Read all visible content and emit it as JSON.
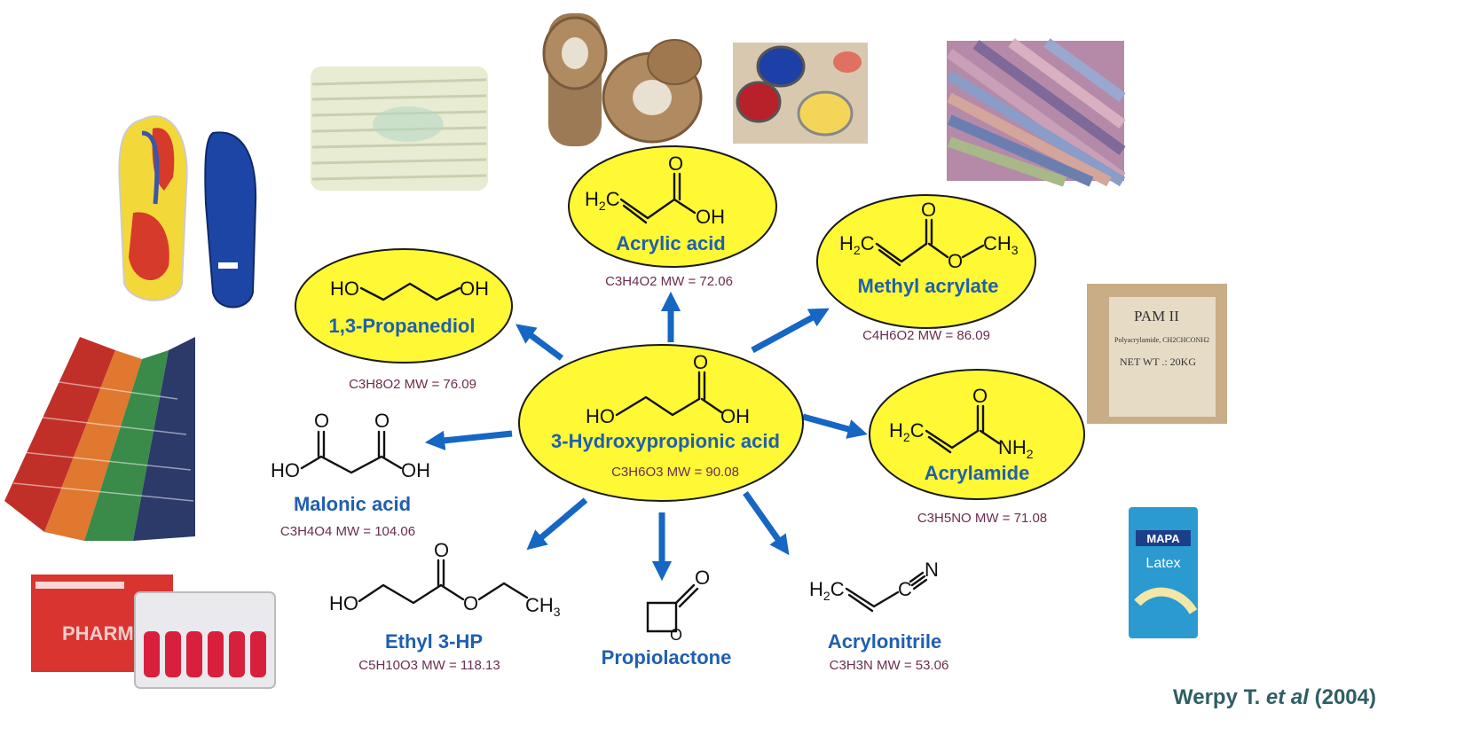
{
  "center": {
    "name": "3-Hydroxypropionic acid",
    "mw": "C3H6O3 MW = 90.08"
  },
  "products": [
    {
      "id": "acrylic-acid",
      "name": "Acrylic acid",
      "mw": "C3H4O2 MW = 72.06"
    },
    {
      "id": "methyl-acrylate",
      "name": "Methyl acrylate",
      "mw": "C4H6O2 MW = 86.09"
    },
    {
      "id": "propanediol",
      "name": "1,3-Propanediol",
      "mw": "C3H8O2 MW = 76.09"
    },
    {
      "id": "acrylamide",
      "name": "Acrylamide",
      "mw": "C3H5NO MW = 71.08"
    },
    {
      "id": "malonic-acid",
      "name": "Malonic acid",
      "mw": "C3H4O4 MW = 104.06"
    },
    {
      "id": "ethyl-3hp",
      "name": "Ethyl 3-HP",
      "mw": "C5H10O3 MW = 118.13"
    },
    {
      "id": "propiolactone",
      "name": "Propiolactone",
      "mw": ""
    },
    {
      "id": "acrylonitrile",
      "name": "Acrylonitrile",
      "mw": "C3H3N  MW = 53.06"
    }
  ],
  "citation": {
    "author": "Werpy T. ",
    "etal": "et al",
    "year": " (2004)"
  },
  "photo_labels": {
    "pam_bag": [
      "PAM II",
      "Polyacrylamide, CH2CHCONH2",
      "NET WT .: 20KG"
    ],
    "latex_box": [
      "MAPA",
      "Latex"
    ],
    "ampoule_box": [
      "PHARM"
    ]
  },
  "colors": {
    "ellipse_fill": "#fff835",
    "ellipse_stroke": "#1a1a1a",
    "name_blue": "#1f5fb0",
    "mw_maroon": "#6b2d4e",
    "arrow_blue": "#1666c4",
    "citation_teal": "#2f5f64"
  }
}
